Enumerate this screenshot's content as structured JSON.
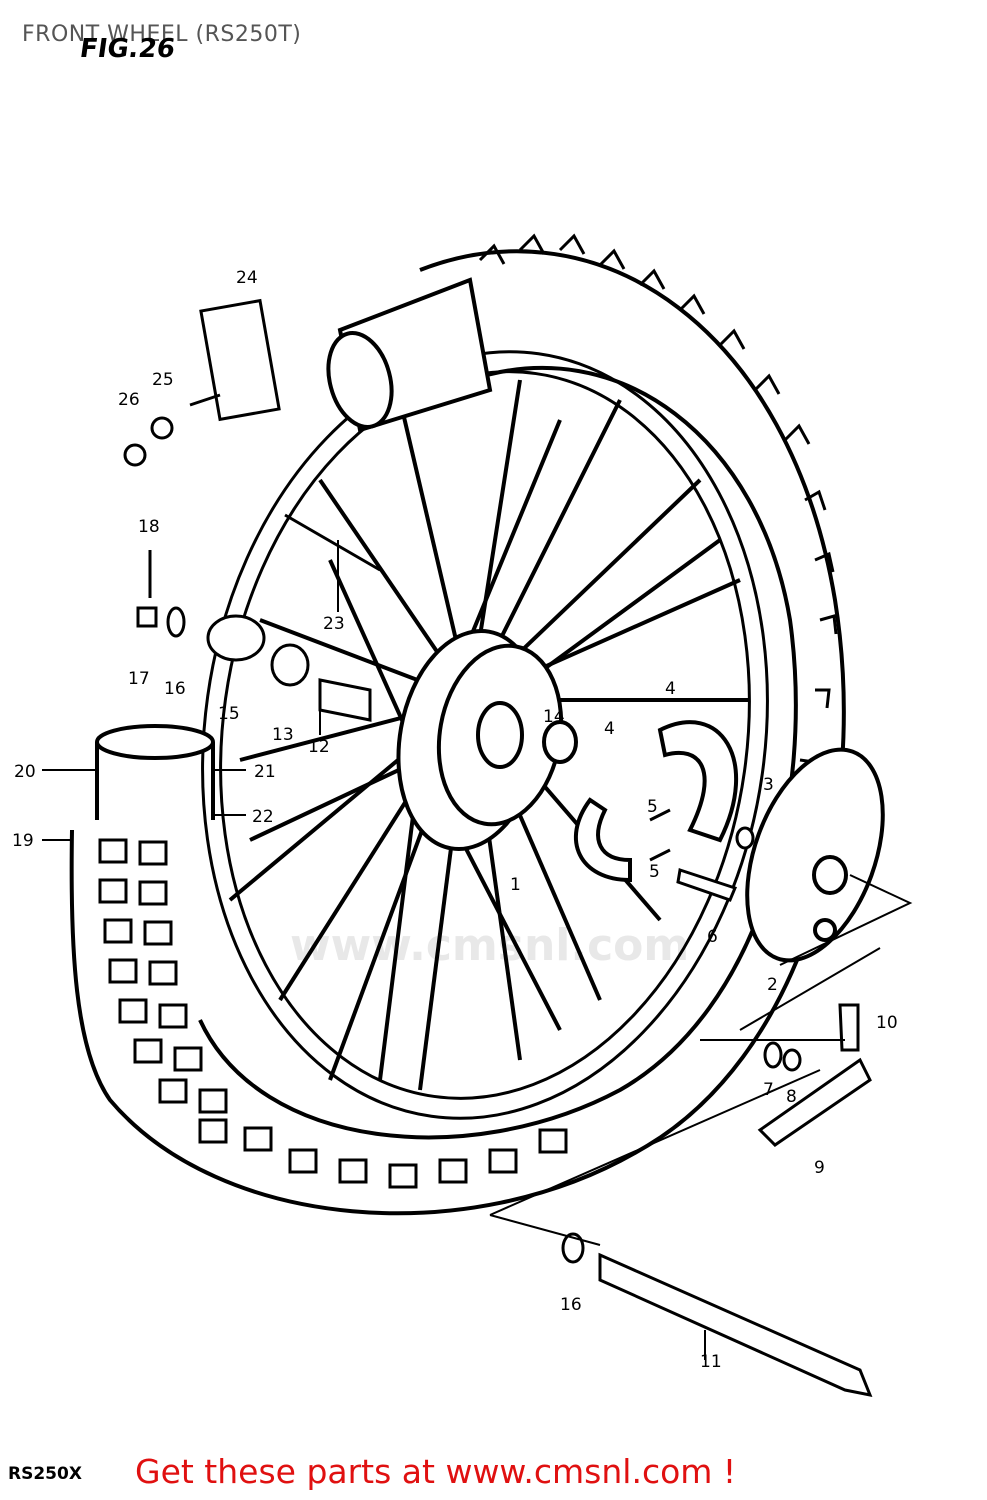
{
  "header": {
    "title": "FRONT WHEEL (RS250T)",
    "figure": "FIG.26"
  },
  "footer": {
    "model_code": "RS250X",
    "ad_text": "Get these parts at www.cmsnl.com !",
    "ad_color": "#e01010"
  },
  "watermark": {
    "text": "www.cmsnl.com"
  },
  "callouts": {
    "c1": "1",
    "c2": "2",
    "c3": "3",
    "c4a": "4",
    "c4b": "4",
    "c5a": "5",
    "c5b": "5",
    "c6": "6",
    "c7": "7",
    "c8": "8",
    "c9": "9",
    "c10": "10",
    "c11": "11",
    "c12": "12",
    "c13": "13",
    "c14": "14",
    "c15": "15",
    "c16a": "16",
    "c16b": "16",
    "c17": "17",
    "c18": "18",
    "c19": "19",
    "c20": "20",
    "c21": "21",
    "c22": "22",
    "c23": "23",
    "c24": "24",
    "c25": "25",
    "c26": "26"
  }
}
